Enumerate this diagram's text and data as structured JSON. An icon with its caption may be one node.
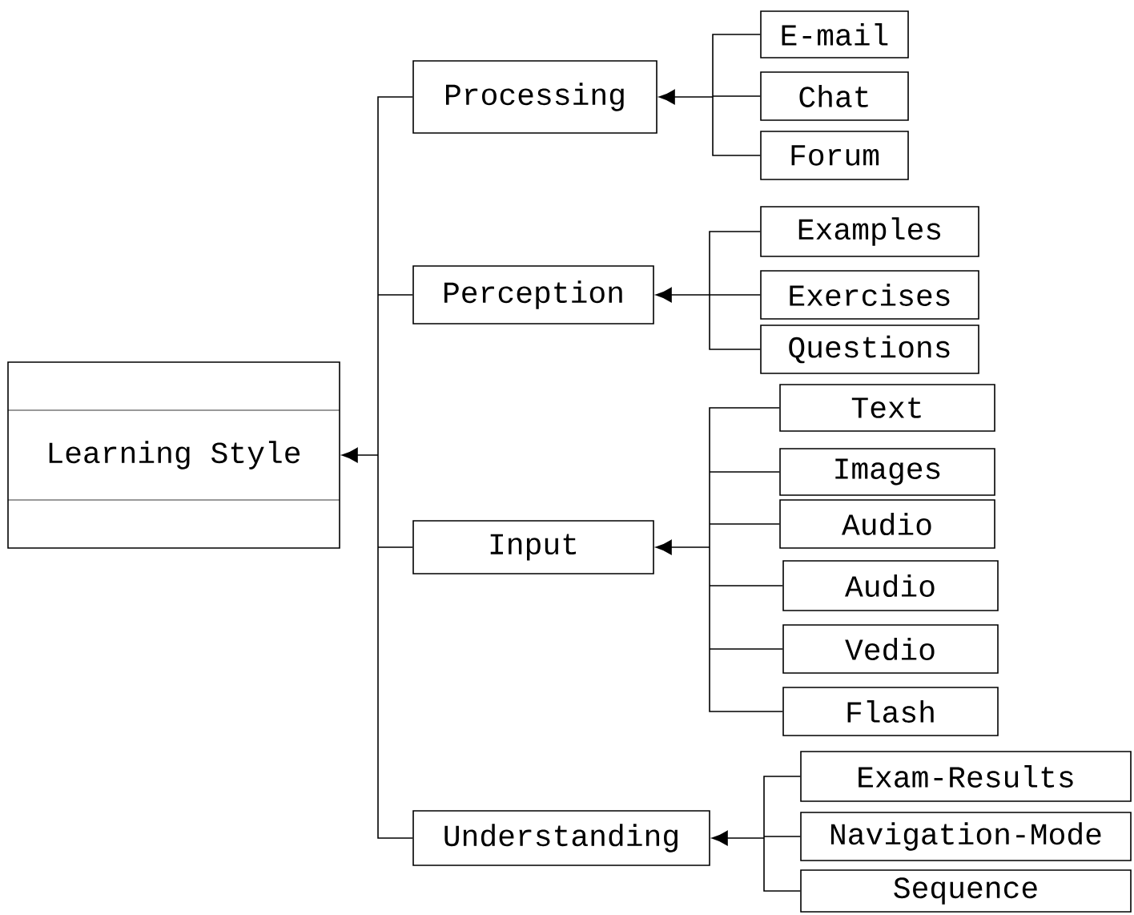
{
  "diagram": {
    "nodes": [
      {
        "text": [
          "Learning Style"
        ]
      },
      {
        "text": [
          "Processing"
        ]
      },
      {
        "text": [
          "E-mail"
        ]
      },
      {
        "text": [
          "Chat"
        ]
      },
      {
        "text": [
          "Forum"
        ]
      },
      {
        "text": [
          "Perception"
        ]
      },
      {
        "text": [
          "Examples"
        ]
      },
      {
        "text": [
          "Exercises"
        ]
      },
      {
        "text": [
          "Questions"
        ]
      },
      {
        "text": [
          "Input"
        ]
      },
      {
        "text": [
          "Text"
        ]
      },
      {
        "text": [
          "Images"
        ]
      },
      {
        "text": [
          "Audio"
        ]
      },
      {
        "text": [
          "Audio"
        ]
      },
      {
        "text": [
          "Vedio"
        ]
      },
      {
        "text": [
          "Flash"
        ]
      },
      {
        "text": [
          "Understanding"
        ]
      },
      {
        "text": [
          "Exam-Results"
        ]
      },
      {
        "text": [
          "Navigation-Mode"
        ]
      },
      {
        "text": [
          "Sequence"
        ]
      }
    ],
    "edges": [
      {
        "from": 1,
        "to": 0,
        "arrow": "to"
      },
      {
        "from": 5,
        "to": 0,
        "arrow": "to"
      },
      {
        "from": 9,
        "to": 0,
        "arrow": "to"
      },
      {
        "from": 16,
        "to": 0,
        "arrow": "to"
      },
      {
        "from": 2,
        "to": 1,
        "arrow": "to"
      },
      {
        "from": 3,
        "to": 1,
        "arrow": "to"
      },
      {
        "from": 4,
        "to": 1,
        "arrow": "to"
      },
      {
        "from": 6,
        "to": 5,
        "arrow": "to"
      },
      {
        "from": 7,
        "to": 5,
        "arrow": "to"
      },
      {
        "from": 8,
        "to": 5,
        "arrow": "to"
      },
      {
        "from": 10,
        "to": 9,
        "arrow": "to"
      },
      {
        "from": 11,
        "to": 9,
        "arrow": "to"
      },
      {
        "from": 12,
        "to": 9,
        "arrow": "to"
      },
      {
        "from": 13,
        "to": 9,
        "arrow": "to"
      },
      {
        "from": 14,
        "to": 9,
        "arrow": "to"
      },
      {
        "from": 15,
        "to": 9,
        "arrow": "to"
      },
      {
        "from": 17,
        "to": 16,
        "arrow": "to"
      },
      {
        "from": 18,
        "to": 16,
        "arrow": "to"
      },
      {
        "from": 19,
        "to": 16,
        "arrow": "to"
      }
    ]
  }
}
